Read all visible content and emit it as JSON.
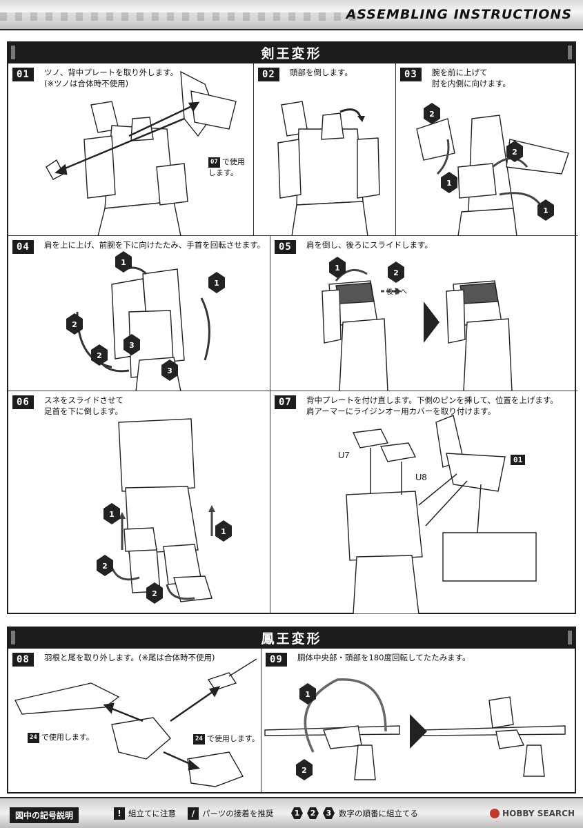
{
  "header": {
    "title": "ASSEMBLING INSTRUCTIONS"
  },
  "section1": {
    "title": "剣王変形",
    "steps": [
      {
        "num": "01",
        "text": "ツノ、背中プレートを取り外します。\n(※ツノは合体時不使用)",
        "note_badge": "07",
        "note": "で使用\nします。"
      },
      {
        "num": "02",
        "text": "頭部を倒します。"
      },
      {
        "num": "03",
        "text": "腕を前に上げて\n肘を内側に向けます。"
      },
      {
        "num": "04",
        "text": "肩を上に上げ、前腕を下に向けたたみ、手首を回転させます。"
      },
      {
        "num": "05",
        "text": "肩を倒し、後ろにスライドします。",
        "label": "後ろへ"
      },
      {
        "num": "06",
        "text": "スネをスライドさせて\n足首を下に倒します。"
      },
      {
        "num": "07",
        "text": "背中プレートを付け直します。下側のピンを挿して、位置を上げます。\n肩アーマーにライジンオー用カバーを取り付けます。",
        "part_a": "U7",
        "part_b": "U8",
        "ref": "01"
      }
    ]
  },
  "section2": {
    "title": "鳳王変形",
    "steps": [
      {
        "num": "08",
        "text": "羽根と尾を取り外します。(※尾は合体時不使用)",
        "note_badge_a": "24",
        "note_a": "で使用します。",
        "note_badge_b": "24",
        "note_b": "で使用します。"
      },
      {
        "num": "09",
        "text": "胴体中央部・頭部を180度回転してたたみます。"
      }
    ]
  },
  "legend": {
    "title": "図中の記号説明",
    "caution": "組立てに注意",
    "glue": "パーツの接着を推奨",
    "order": "数字の順番に組立てる",
    "order_digits": [
      "1",
      "2",
      "3"
    ]
  },
  "watermark": "HOBBY SEARCH"
}
